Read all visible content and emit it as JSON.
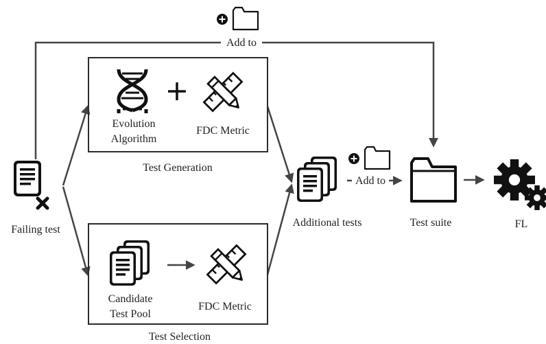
{
  "labels": {
    "failing_test": "Failing test",
    "evolution_line1": "Evolution",
    "evolution_line2": "Algorithm",
    "fdc_metric_gen": "FDC Metric",
    "test_generation": "Test Generation",
    "candidate_line1": "Candidate",
    "candidate_line2": "Test Pool",
    "fdc_metric_sel": "FDC Metric",
    "test_selection": "Test Selection",
    "additional_tests": "Additional tests",
    "add_to_top": "Add to",
    "add_to_middle": "Add to",
    "test_suite": "Test suite",
    "fl": "FL"
  },
  "icons": {
    "failing_test": "failing-test-document-icon",
    "dna": "dna-icon",
    "plus": "plus-icon",
    "ruler_pencil": "ruler-pencil-icon",
    "documents_stack": "documents-stack-icon",
    "add_circle": "add-circle-icon",
    "folder": "folder-icon",
    "gears": "gears-icon"
  },
  "colors": {
    "ink": "#111111",
    "connector": "#444444",
    "box_border": "#2b2b2b",
    "background": "#ffffff"
  }
}
